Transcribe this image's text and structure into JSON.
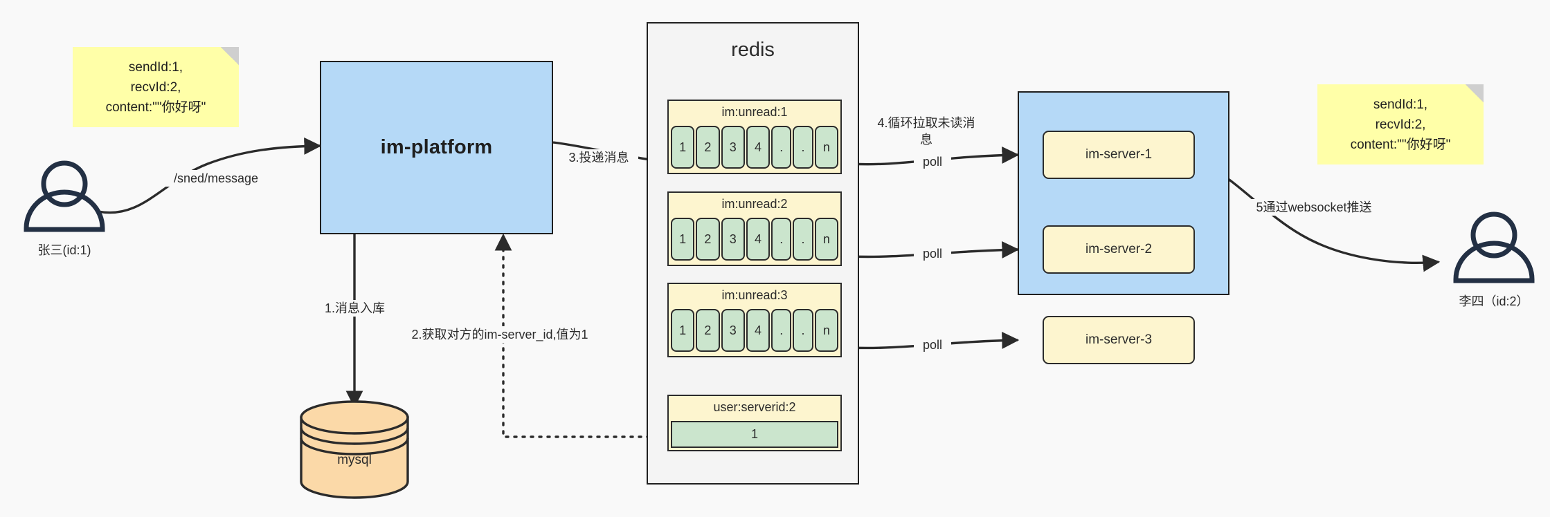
{
  "diagram": {
    "title": "IM message delivery architecture",
    "colors": {
      "background": "#f9f9f9",
      "blue_fill": "#b5d9f7",
      "yellow_fill": "#fdf5cf",
      "green_fill": "#cbe5cd",
      "note_fill": "#ffffa8",
      "db_fill": "#fbd9a8",
      "stroke": "#2b2b2b"
    }
  },
  "actors": {
    "sender": {
      "label": "张三(id:1)",
      "icon": "user-icon"
    },
    "receiver": {
      "label": "李四（id:2）",
      "icon": "user-icon"
    }
  },
  "notes": {
    "left": {
      "text": "sendId:1,\nrecvId:2,\ncontent:\"\"你好呀\""
    },
    "right": {
      "text": "sendId:1,\nrecvId:2,\ncontent:\"\"你好呀\""
    }
  },
  "platform": {
    "label": "im-platform"
  },
  "database": {
    "label": "mysql",
    "icon": "database-cylinder-icon"
  },
  "redis": {
    "title": "redis",
    "lists": [
      {
        "key": "im:unread:1",
        "cells": [
          "1",
          "2",
          "3",
          "4",
          ".",
          ".",
          "n"
        ]
      },
      {
        "key": "im:unread:2",
        "cells": [
          "1",
          "2",
          "3",
          "4",
          ".",
          ".",
          "n"
        ]
      },
      {
        "key": "im:unread:3",
        "cells": [
          "1",
          "2",
          "3",
          "4",
          ".",
          ".",
          "n"
        ]
      }
    ],
    "string_entry": {
      "key": "user:serverid:2",
      "value": "1"
    }
  },
  "server_cluster": {
    "servers": [
      {
        "label": "im-server-1"
      },
      {
        "label": "im-server-2"
      },
      {
        "label": "im-server-3"
      }
    ]
  },
  "edges": {
    "send_message": "/sned/message",
    "step1_persist": "1.消息入库",
    "step2_get_serverid": "2.获取对方的im-server_id,值为1",
    "step3_deliver": "3.投递消息",
    "step4_poll_loop": "4.循环拉取未读消\n息",
    "poll1": "poll",
    "poll2": "poll",
    "poll3": "poll",
    "step5_websocket_push": "5通过websocket推送"
  }
}
